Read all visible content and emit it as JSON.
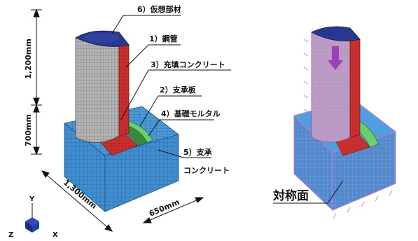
{
  "labels": {
    "virtual": "6）仮想部材",
    "steel_pipe": "1）鋼管",
    "fill_concrete": "3）充填コンクリート",
    "bearing_plate": "2）支承板",
    "mortar": "4）基礎モルタル",
    "support_concrete_1": "5）支承",
    "support_concrete_2": "コンクリート"
  },
  "dimensions": {
    "height_upper": "1,200mm",
    "height_lower": "700mm",
    "length": "1,300mm",
    "width": "650mm"
  },
  "axes": {
    "y": "Y",
    "z": "Z",
    "x": "X"
  },
  "symmetry_label": "対称面",
  "colors": {
    "block": "#3f8fd0",
    "pipe": "#a8a8a8",
    "concrete_fill": "#c83030",
    "plate": "#60c060",
    "virtual": "#283890",
    "symmetry": "#e070e0"
  }
}
